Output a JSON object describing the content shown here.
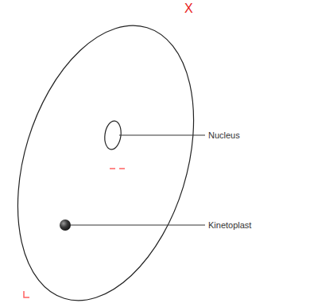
{
  "diagram": {
    "labels": [
      "X",
      "Nucleus",
      "Kinetoplast"
    ]
  }
}
